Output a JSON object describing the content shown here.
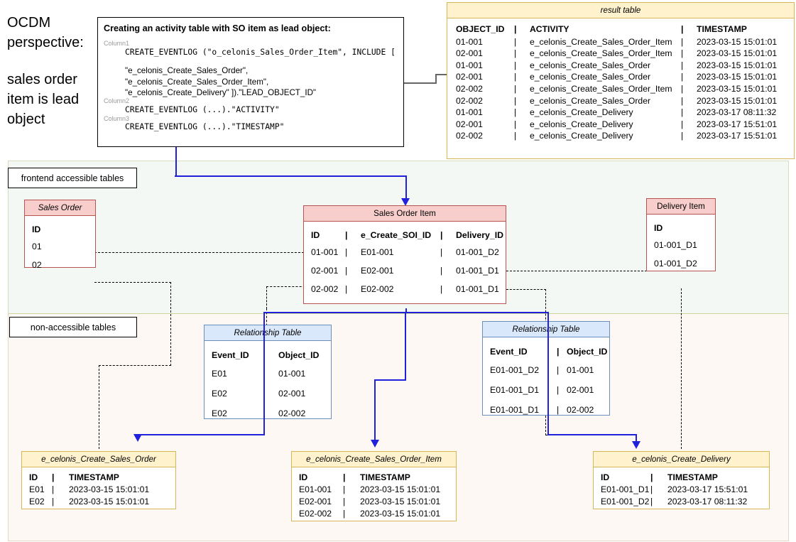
{
  "caption": {
    "line1": "OCDM perspective:",
    "line2": "sales order item is lead object"
  },
  "code_panel": {
    "title": "Creating an activity table with SO item as lead object:",
    "column1_label": "Column1",
    "column2_label": "Column2",
    "column3_label": "Column3",
    "line1": "CREATE_EVENTLOG (\"o_celonis_Sales_Order_Item\", INCLUDE [",
    "line2": "\"e_celonis_Create_Sales_Order\",",
    "line3": "\"e_celonis_Create_Sales_Order_Item\",",
    "line4": "\"e_celonis_Create_Delivery\" ]).\"LEAD_OBJECT_ID\"",
    "line5": "CREATE_EVENTLOG (...).\"ACTIVITY\"",
    "line6": "CREATE_EVENTLOG (...).\"TIMESTAMP\""
  },
  "result_table": {
    "title": "result table",
    "headers": [
      "OBJECT_ID",
      "|",
      "ACTIVITY",
      "|",
      "TIMESTAMP"
    ],
    "rows": [
      [
        "01-001",
        "|",
        "e_celonis_Create_Sales_Order_Item",
        "|",
        "2023-03-15 15:01:01"
      ],
      [
        "02-001",
        "|",
        "e_celonis_Create_Sales_Order_Item",
        "|",
        "2023-03-15 15:01:01"
      ],
      [
        "01-001",
        "|",
        "e_celonis_Create_Sales_Order",
        "|",
        "2023-03-15 15:01:01"
      ],
      [
        "02-001",
        "|",
        "e_celonis_Create_Sales_Order",
        "|",
        "2023-03-15 15:01:01"
      ],
      [
        "02-002",
        "|",
        "e_celonis_Create_Sales_Order_Item",
        "|",
        "2023-03-15 15:01:01"
      ],
      [
        "02-002",
        "|",
        "e_celonis_Create_Sales_Order",
        "|",
        "2023-03-15 15:01:01"
      ],
      [
        "01-001",
        "|",
        "e_celonis_Create_Delivery",
        "|",
        "2023-03-17 08:11:32"
      ],
      [
        "02-001",
        "|",
        "e_celonis_Create_Delivery",
        "|",
        "2023-03-17 15:51:01"
      ],
      [
        "02-002",
        "|",
        "e_celonis_Create_Delivery",
        "|",
        "2023-03-17 15:51:01"
      ]
    ]
  },
  "labels": {
    "frontend": "frontend accessible tables",
    "nonaccessible": "non-accessible tables"
  },
  "sales_order": {
    "title": "Sales Order",
    "header": "ID",
    "rows": [
      "01",
      "02"
    ]
  },
  "sales_order_item": {
    "title": "Sales Order Item",
    "headers": [
      "ID",
      "|",
      "e_Create_SOI_ID",
      "|",
      "Delivery_ID"
    ],
    "rows": [
      [
        "01-001",
        "|",
        "E01-001",
        "|",
        "01-001_D2"
      ],
      [
        "02-001",
        "|",
        "E02-001",
        "|",
        "01-001_D1"
      ],
      [
        "02-002",
        "|",
        "E02-002",
        "|",
        "01-001_D1"
      ]
    ]
  },
  "delivery_item": {
    "title": "Delivery Item",
    "header": "ID",
    "rows": [
      "01-001_D1",
      "01-001_D2"
    ]
  },
  "relationship_left": {
    "title": "Relationship Table",
    "headers": [
      "Event_ID",
      "",
      "Object_ID"
    ],
    "rows": [
      [
        "E01",
        "",
        "01-001"
      ],
      [
        "E02",
        "",
        "02-001"
      ],
      [
        "E02",
        "",
        "02-002"
      ]
    ]
  },
  "relationship_right": {
    "title": "Relationship Table",
    "headers": [
      "Event_ID",
      "|",
      "Object_ID"
    ],
    "rows": [
      [
        "E01-001_D2",
        "|",
        "01-001"
      ],
      [
        "E01-001_D1",
        "|",
        "02-001"
      ],
      [
        "E01-001_D1",
        "|",
        "02-002"
      ]
    ]
  },
  "event_sales_order": {
    "title": "e_celonis_Create_Sales_Order",
    "headers": [
      "ID",
      "|",
      "TIMESTAMP"
    ],
    "rows": [
      [
        "E01",
        "|",
        "2023-03-15 15:01:01"
      ],
      [
        "E02",
        "|",
        "2023-03-15 15:01:01"
      ]
    ]
  },
  "event_sales_order_item": {
    "title": "e_celonis_Create_Sales_Order_Item",
    "headers": [
      "ID",
      "|",
      "TIMESTAMP"
    ],
    "rows": [
      [
        "E01-001",
        "|",
        "2023-03-15 15:01:01"
      ],
      [
        "E02-001",
        "|",
        "2023-03-15 15:01:01"
      ],
      [
        "E02-002",
        "|",
        "2023-03-15 15:01:01"
      ]
    ]
  },
  "event_delivery": {
    "title": "e_celonis_Create_Delivery",
    "headers": [
      "ID",
      "|",
      "TIMESTAMP"
    ],
    "rows": [
      [
        "E01-001_D1",
        "|",
        "2023-03-17 15:51:01"
      ],
      [
        "E01-001_D2",
        "|",
        "2023-03-17 08:11:32"
      ]
    ]
  },
  "colors": {
    "entity_fill": "#f8cecc",
    "entity_border": "#b85450",
    "relationship_fill": "#dae8fc",
    "relationship_border": "#6c8ebf",
    "event_fill": "#fff2cc",
    "event_border": "#d6b656",
    "flow_arrow": "#2020dd",
    "band_top": "#f4f8f4",
    "band_bottom": "#fdf8f3"
  }
}
